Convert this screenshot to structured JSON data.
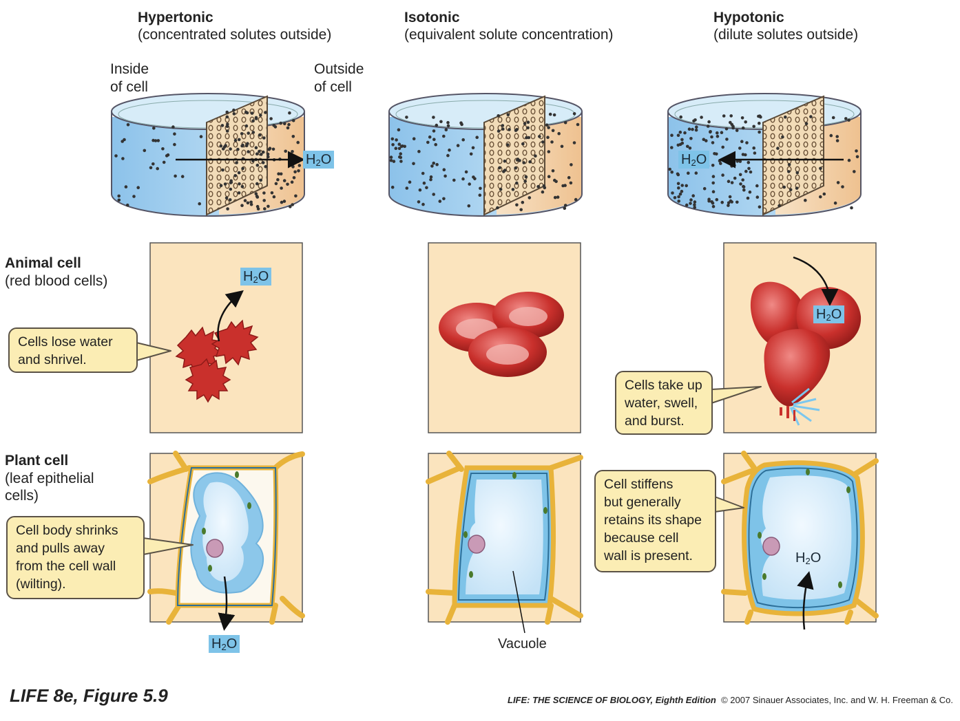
{
  "columns": [
    {
      "title": "Hypertonic",
      "subtitle": "(concentrated solutes outside)"
    },
    {
      "title": "Isotonic",
      "subtitle": "(equivalent solute concentration)"
    },
    {
      "title": "Hypotonic",
      "subtitle": "(dilute solutes outside)"
    }
  ],
  "dish_labels": {
    "inside": [
      "Inside",
      "of cell"
    ],
    "outside": [
      "Outside",
      "of cell"
    ]
  },
  "rows": {
    "animal": {
      "title": "Animal cell",
      "subtitle": "(red blood cells)"
    },
    "plant": {
      "title": "Plant cell",
      "subtitle": [
        "(leaf epithelial",
        "cells)"
      ]
    }
  },
  "callouts": {
    "animal_hyper": [
      "Cells lose water",
      "and shrivel."
    ],
    "animal_hypo": [
      "Cells take up",
      "water, swell,",
      "and burst."
    ],
    "plant_hyper": [
      "Cell body shrinks",
      "and pulls away",
      "from the cell wall",
      "(wilting)."
    ],
    "plant_hypo": [
      "Cell stiffens",
      "but generally",
      "retains its shape",
      "because cell",
      "wall is present."
    ]
  },
  "water": {
    "base": "H",
    "subscript": "2",
    "tail": "O"
  },
  "vacuole_label": "Vacuole",
  "footer": {
    "figure_title": "LIFE 8e, Figure 5.9",
    "book": "LIFE: THE SCIENCE OF BIOLOGY, Eighth Edition",
    "copyright": "© 2007 Sinauer Associates, Inc. and W. H. Freeman & Co."
  },
  "colors": {
    "inside_water": "#a9d3ef",
    "outside_water": "#f5cfa3",
    "panel_bg": "#fbe4be",
    "rbc": "#c9302c",
    "cell_wall": "#e8b33a",
    "vacuole": "#d6ecfa",
    "callout_bg": "#fbedb4",
    "h2o_tag": "#7ec3e8"
  }
}
